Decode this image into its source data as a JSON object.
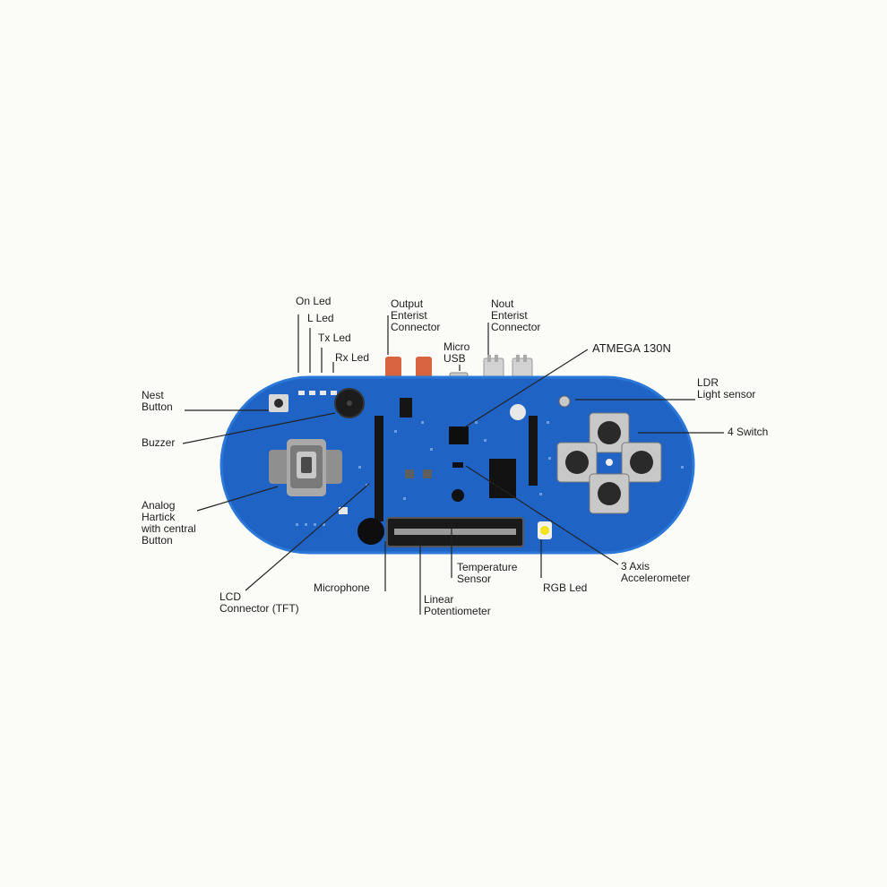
{
  "colors": {
    "background": "#fbfcf8",
    "board": "#1f63c4",
    "board_edge": "#2b78d8",
    "leader": "#222222",
    "button": "#2a2a2a",
    "connector_orange": "#d7643f",
    "connector_grey": "#c9c9c9",
    "led_yellow": "#f2e21a"
  },
  "labels": {
    "on_led": "On Led",
    "l_led": "L Led",
    "tx_led": "Tx Led",
    "rx_led": "Rx Led",
    "output_connector": "Output\nEnterist\nConnector",
    "micro_usb": "Micro\nUSB",
    "input_connector": "Nout\nEnterist\nConnector",
    "atmega": "ATMEGA 130N",
    "ldr": "LDR\nLight sensor",
    "reset_button": "Nest\nButton",
    "buzzer": "Buzzer",
    "switches": "4 Switch",
    "analog_joystick": "Analog\nHartick\nwith central\nButton",
    "lcd": "LCD\nConnector (TFT)",
    "microphone": "Microphone",
    "linear_potentiometer": "Linear\nPotentiometer",
    "temperature_sensor": "Temperature\nSensor",
    "rgb_led": "RGB Led",
    "accelerometer": "3 Axis\nAccelerometer"
  }
}
